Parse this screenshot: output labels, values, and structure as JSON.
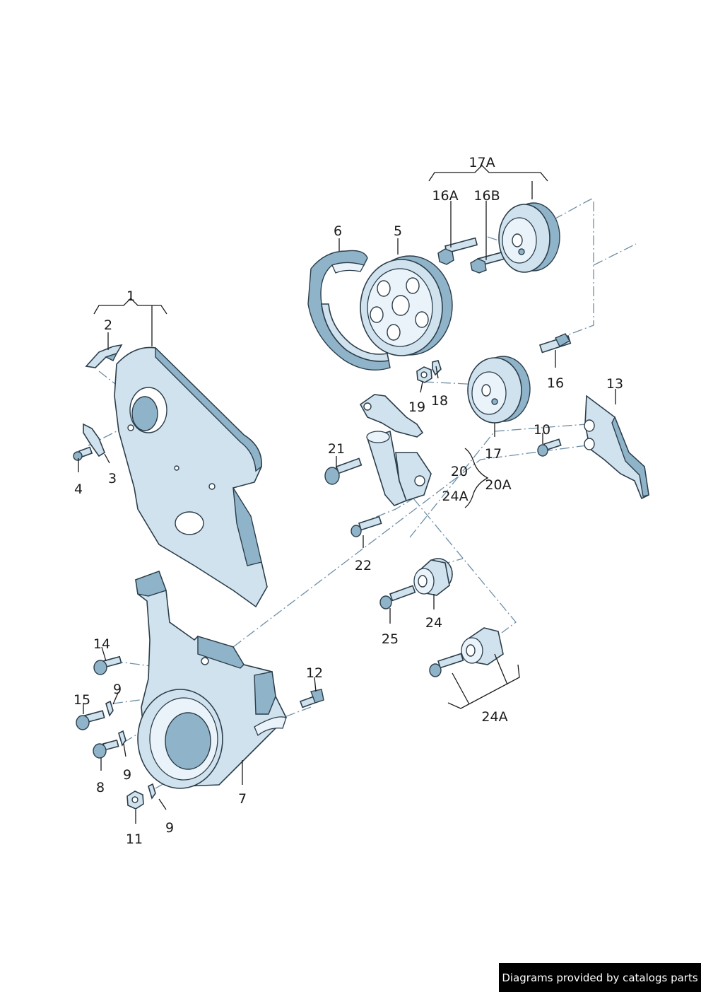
{
  "callouts": {
    "c1": "1",
    "c2": "2",
    "c3": "3",
    "c4": "4",
    "c5": "5",
    "c6": "6",
    "c7": "7",
    "c8": "8",
    "c9a": "9",
    "c9b": "9",
    "c9c": "9",
    "c10": "10",
    "c11": "11",
    "c12": "12",
    "c13": "13",
    "c14": "14",
    "c15": "15",
    "c16": "16",
    "c16a": "16A",
    "c16b": "16B",
    "c17": "17",
    "c17a": "17A",
    "c18": "18",
    "c19": "19",
    "c20": "20",
    "c20a": "20A",
    "c21": "21",
    "c22": "22",
    "c24": "24",
    "c24a1": "24A",
    "c24a2": "24A",
    "c25": "25"
  },
  "footer": {
    "credit": "Diagrams provided by catalogs parts"
  },
  "colors": {
    "part_fill": "#cfe2ee",
    "part_shadow": "#8fb3c8",
    "line": "#2b3d4a",
    "dash_line": "#6f8fa6"
  }
}
